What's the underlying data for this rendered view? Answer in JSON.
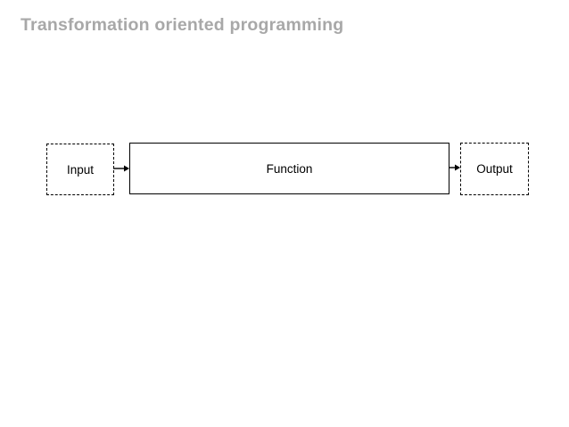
{
  "slide": {
    "title": "Transformation oriented programming"
  },
  "diagram": {
    "type": "flow",
    "nodes": [
      {
        "id": "input",
        "label": "Input",
        "border_style": "dashed"
      },
      {
        "id": "function",
        "label": "Function",
        "border_style": "solid"
      },
      {
        "id": "output",
        "label": "Output",
        "border_style": "dashed"
      }
    ],
    "connections": [
      {
        "from": "input",
        "to": "function",
        "direction": "right"
      },
      {
        "from": "function",
        "to": "output",
        "direction": "right"
      }
    ]
  },
  "colors": {
    "background": "#ffffff",
    "title_text": "#a8a8a8",
    "node_border": "#000000",
    "node_text": "#000000",
    "arrow": "#000000"
  }
}
